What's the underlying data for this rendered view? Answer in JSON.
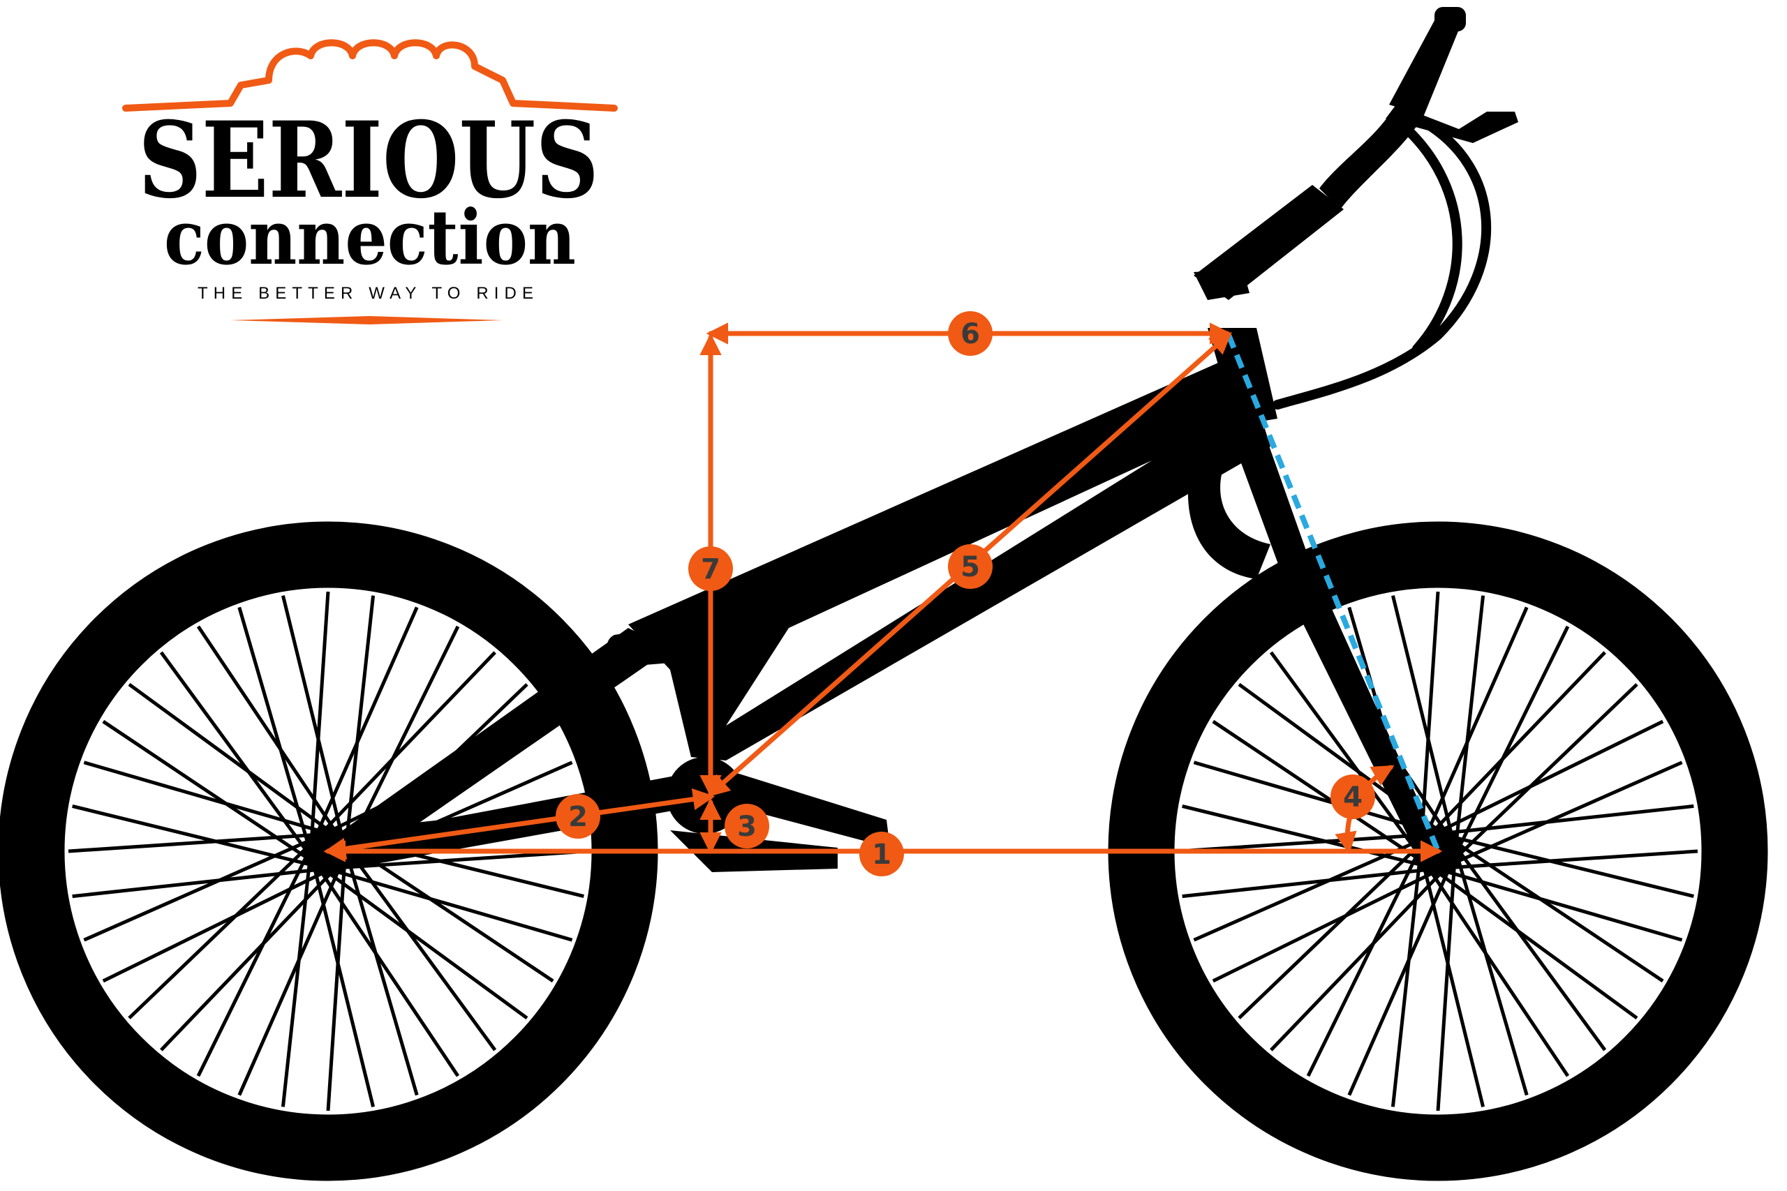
{
  "brand": {
    "title": "SERIOUS",
    "subtitle": "connection",
    "tagline": "THE BETTER WAY TO RIDE"
  },
  "colors": {
    "accent": "#f05a14",
    "frame": "#000000",
    "axis_line": "#29a9e0",
    "marker_text": "#3a3a3a",
    "background": "#ffffff"
  },
  "markers": [
    {
      "label": "1"
    },
    {
      "label": "2"
    },
    {
      "label": "3"
    },
    {
      "label": "4"
    },
    {
      "label": "5"
    },
    {
      "label": "6"
    },
    {
      "label": "7"
    }
  ]
}
